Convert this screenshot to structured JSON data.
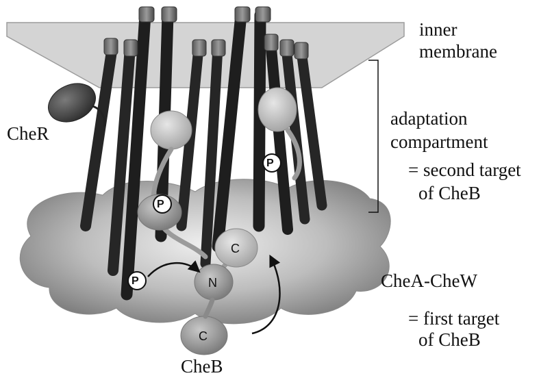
{
  "labels": {
    "inner_membrane_1": "inner",
    "inner_membrane_2": "membrane",
    "cher": "CheR",
    "adaptation_1": "adaptation",
    "adaptation_2": "compartment",
    "second_target_1": "= second target",
    "second_target_2": "of CheB",
    "chea_chew": "CheA-CheW",
    "first_target_1": "= first target",
    "first_target_2": "of CheB",
    "cheb": "CheB"
  },
  "domain_letters": {
    "phospho": "P",
    "n_domain": "N",
    "c_domain": "C"
  },
  "colors": {
    "membrane": "#d2d2d2",
    "receptor": "#2f2f2f",
    "cheb_domain": "#8c8c8c",
    "cher": "#555555",
    "chea_cloud": "#a9a9a9"
  }
}
